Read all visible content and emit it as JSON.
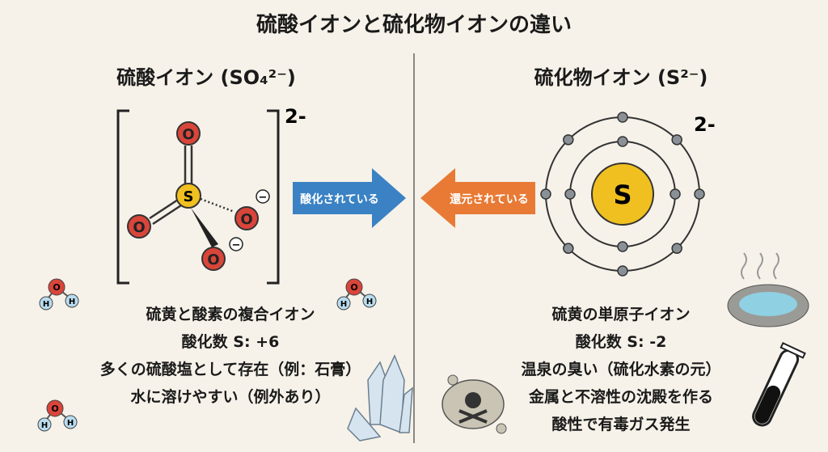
{
  "title": "硫酸イオンと硫化物イオンの違い",
  "left": {
    "heading": "硫酸イオン (SO₄²⁻)",
    "charge": "2-",
    "atoms": {
      "center": "S",
      "oxygen": "O",
      "minus": "−"
    },
    "lines": [
      "硫黄と酸素の複合イオン",
      "酸化数 S: +6",
      "多くの硫酸塩として存在（例：石膏）",
      "水に溶けやすい（例外あり）"
    ]
  },
  "right": {
    "heading": "硫化物イオン (S²⁻)",
    "charge": "2-",
    "atom": "S",
    "lines": [
      "硫黄の単原子イオン",
      "酸化数 S: -2",
      "温泉の臭い（硫化水素の元）",
      "金属と不溶性の沈殿を作る",
      "酸性で有毒ガス発生"
    ]
  },
  "arrows": {
    "oxidized": "酸化されている",
    "reduced": "還元されている"
  },
  "water": {
    "o": "O",
    "h": "H"
  },
  "colors": {
    "oxygen": "#d9453a",
    "sulfur": "#f0c020",
    "blue_arrow": "#3b82c4",
    "orange_arrow": "#e87a35",
    "electron": "#8a9196"
  }
}
